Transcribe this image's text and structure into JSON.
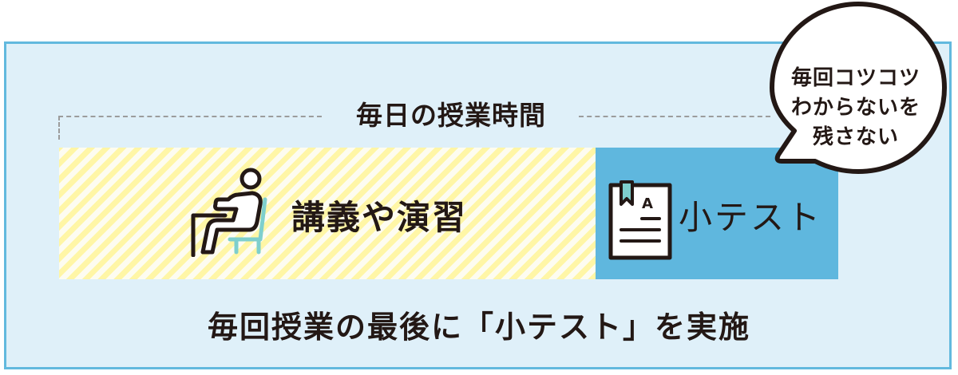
{
  "diagram": {
    "period_label": "毎日の授業時間",
    "lecture": {
      "label": "講義や演習",
      "icon": "person-sitting-at-desk-icon"
    },
    "quiz": {
      "label": "小テスト",
      "icon": "test-sheet-icon"
    },
    "bubble": {
      "lines": [
        "毎回コツコツ",
        "わからないを",
        "残さない"
      ]
    },
    "summary": "毎回授業の最後に「小テスト」を実施"
  },
  "colors": {
    "frame_border": "#62b9de",
    "frame_fill": "#dff0f9",
    "lecture_stripe": "#fff6a6",
    "quiz_fill": "#5fb7de",
    "chair": "#7ecfcd",
    "text": "#231815",
    "dash": "#9c9c9c"
  }
}
